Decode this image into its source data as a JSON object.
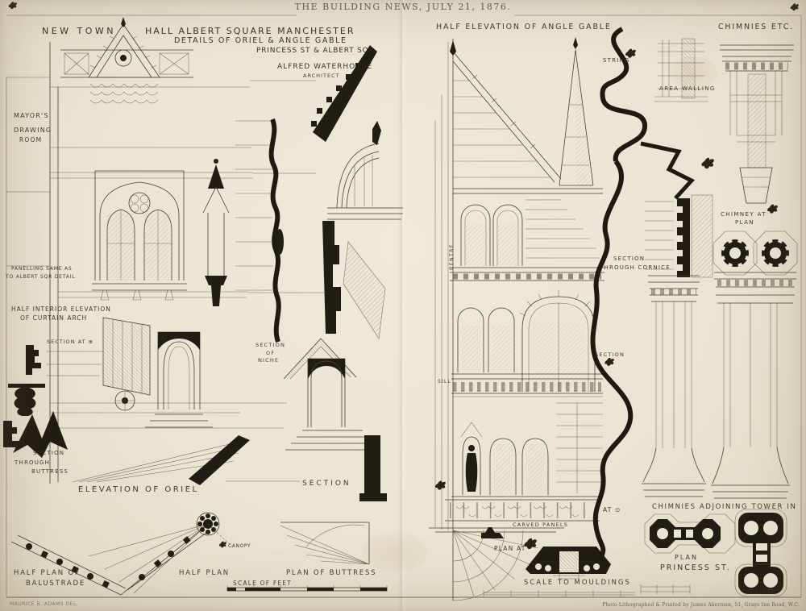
{
  "page": {
    "publication_title": "THE BUILDING NEWS, JULY 21, 1876.",
    "credit_delineator": "MAURICE B. ADAMS DEL.",
    "credit_printer": "Photo-Lithographed & Printed by James Akerman, 51, Grays Inn Road, W.C."
  },
  "title_block": {
    "title_left": "NEW TOWN",
    "title_right": "HALL ALBERT SQUARE MANCHESTER",
    "subtitle": "DETAILS OF ORIEL & ANGLE GABLE",
    "location": "PRINCESS ST & ALBERT SQR",
    "architect_name": "ALFRED WATERHOUSE",
    "architect_role": "ARCHITECT"
  },
  "sections": {
    "half_elevation_angle_gable": "HALF ELEVATION OF ANGLE GABLE",
    "chimnies_etc": "CHIMNIES ETC.",
    "elevation_of_oriel": "ELEVATION OF ORIEL",
    "section_center": "SECTION",
    "scale_of_feet": "SCALE OF FEET",
    "scale_to_mouldings": "SCALE TO MOULDINGS",
    "chimnies_adjoining_tower": "CHIMNIES ADJOINING TOWER IN",
    "plan_princess_line1": "PLAN",
    "plan_princess_line2": "PRINCESS ST.",
    "plan_tower": "PLAN"
  },
  "annotations": {
    "mayors_1": "MAYOR'S",
    "mayors_2": "DRAWING",
    "mayors_3": "ROOM",
    "panelling_1": "PANELLING SAME AS",
    "panelling_2": "TO ALBERT SQR DETAIL",
    "half_interior_1": "HALF INTERIOR ELEVATION",
    "half_interior_2": "OF CURTAIN ARCH",
    "section_at": "SECTION AT ⊕",
    "sect_buttress_1": "SECTION",
    "sect_buttress_2": "THROUGH",
    "sect_buttress_3": "BUTTRESS",
    "half_plan_of_1": "HALF PLAN OF",
    "half_plan_of_2": "BALUSTRADE",
    "half_plan": "HALF PLAN",
    "canopy": "CANOPY",
    "plan_of_buttress": "PLAN OF BUTTRESS",
    "section_niche_1": "SECTION",
    "section_niche_2": "OF",
    "section_niche_3": "NICHE",
    "centre": "CENTRE",
    "sill": "SILL",
    "section_right": "SECTION",
    "string": "STRING",
    "area_walling": "AREA WALLING",
    "sect_cornice_1": "SECTION",
    "sect_cornice_2": "THROUGH CORNICE",
    "chimney_at": "CHIMNEY AT",
    "chimney_at_plan": "PLAN",
    "carved_panels": "CARVED PANELS",
    "at_mark": "AT ⊙",
    "plan_at": "PLAN AT"
  }
}
